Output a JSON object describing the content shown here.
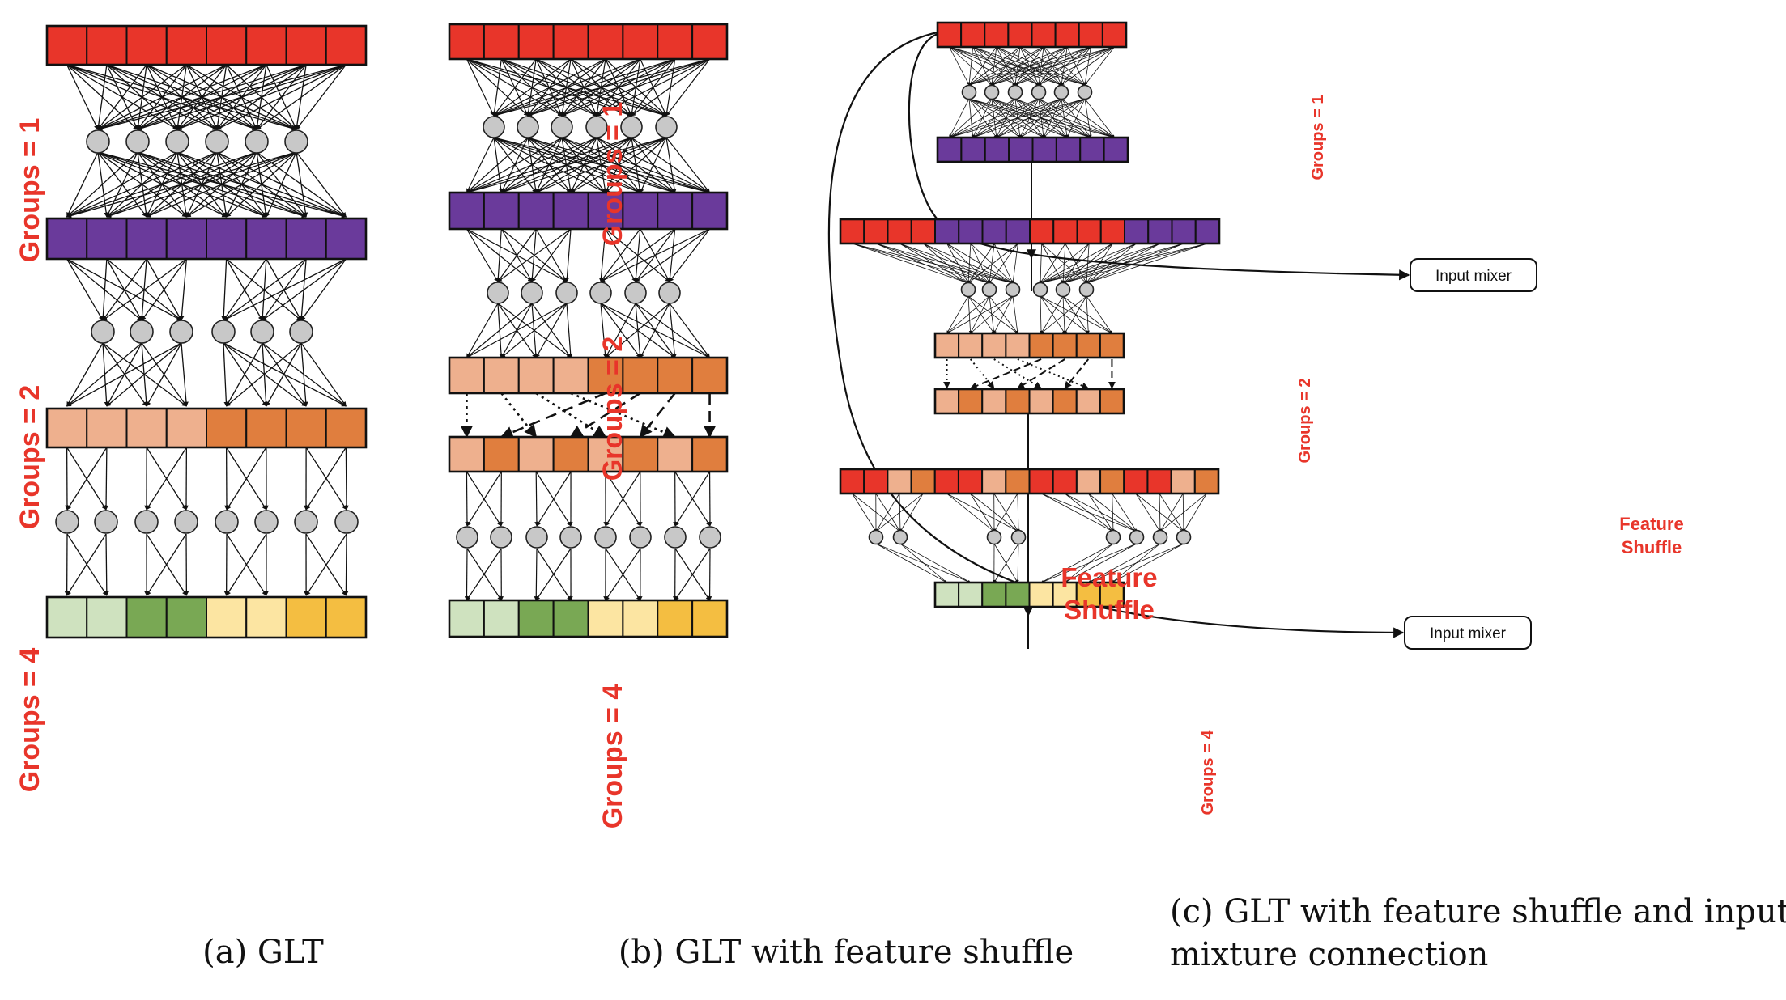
{
  "colors": {
    "red": "#E8352A",
    "purple": "#6A3A9B",
    "orange_light": "#EEB08E",
    "orange_dark": "#E07E3E",
    "green_light": "#CFE2BF",
    "green_dark": "#79A854",
    "yellow_light": "#FCE5A2",
    "yellow_dark": "#F4BE41",
    "node": "#C8C8C8",
    "label": "#E8352A"
  },
  "panels": [
    {
      "id": "a",
      "caption": "(a) GLT",
      "group_labels": [
        "Groups = 1",
        "Groups = 2",
        "Groups = 4"
      ]
    },
    {
      "id": "b",
      "caption": "(b) GLT with feature shuffle",
      "group_labels": [
        "Groups = 1",
        "Groups = 2",
        "Groups = 4"
      ],
      "shuffle_label": [
        "Feature",
        "Shuffle"
      ]
    },
    {
      "id": "c",
      "caption": [
        "(c) GLT with feature shuffle and input",
        "mixture connection"
      ],
      "group_labels": [
        "Groups = 1",
        "Groups = 2",
        "Groups = 4"
      ],
      "shuffle_label": [
        "Feature",
        "Shuffle"
      ],
      "mixer_label": "Input mixer"
    }
  ]
}
